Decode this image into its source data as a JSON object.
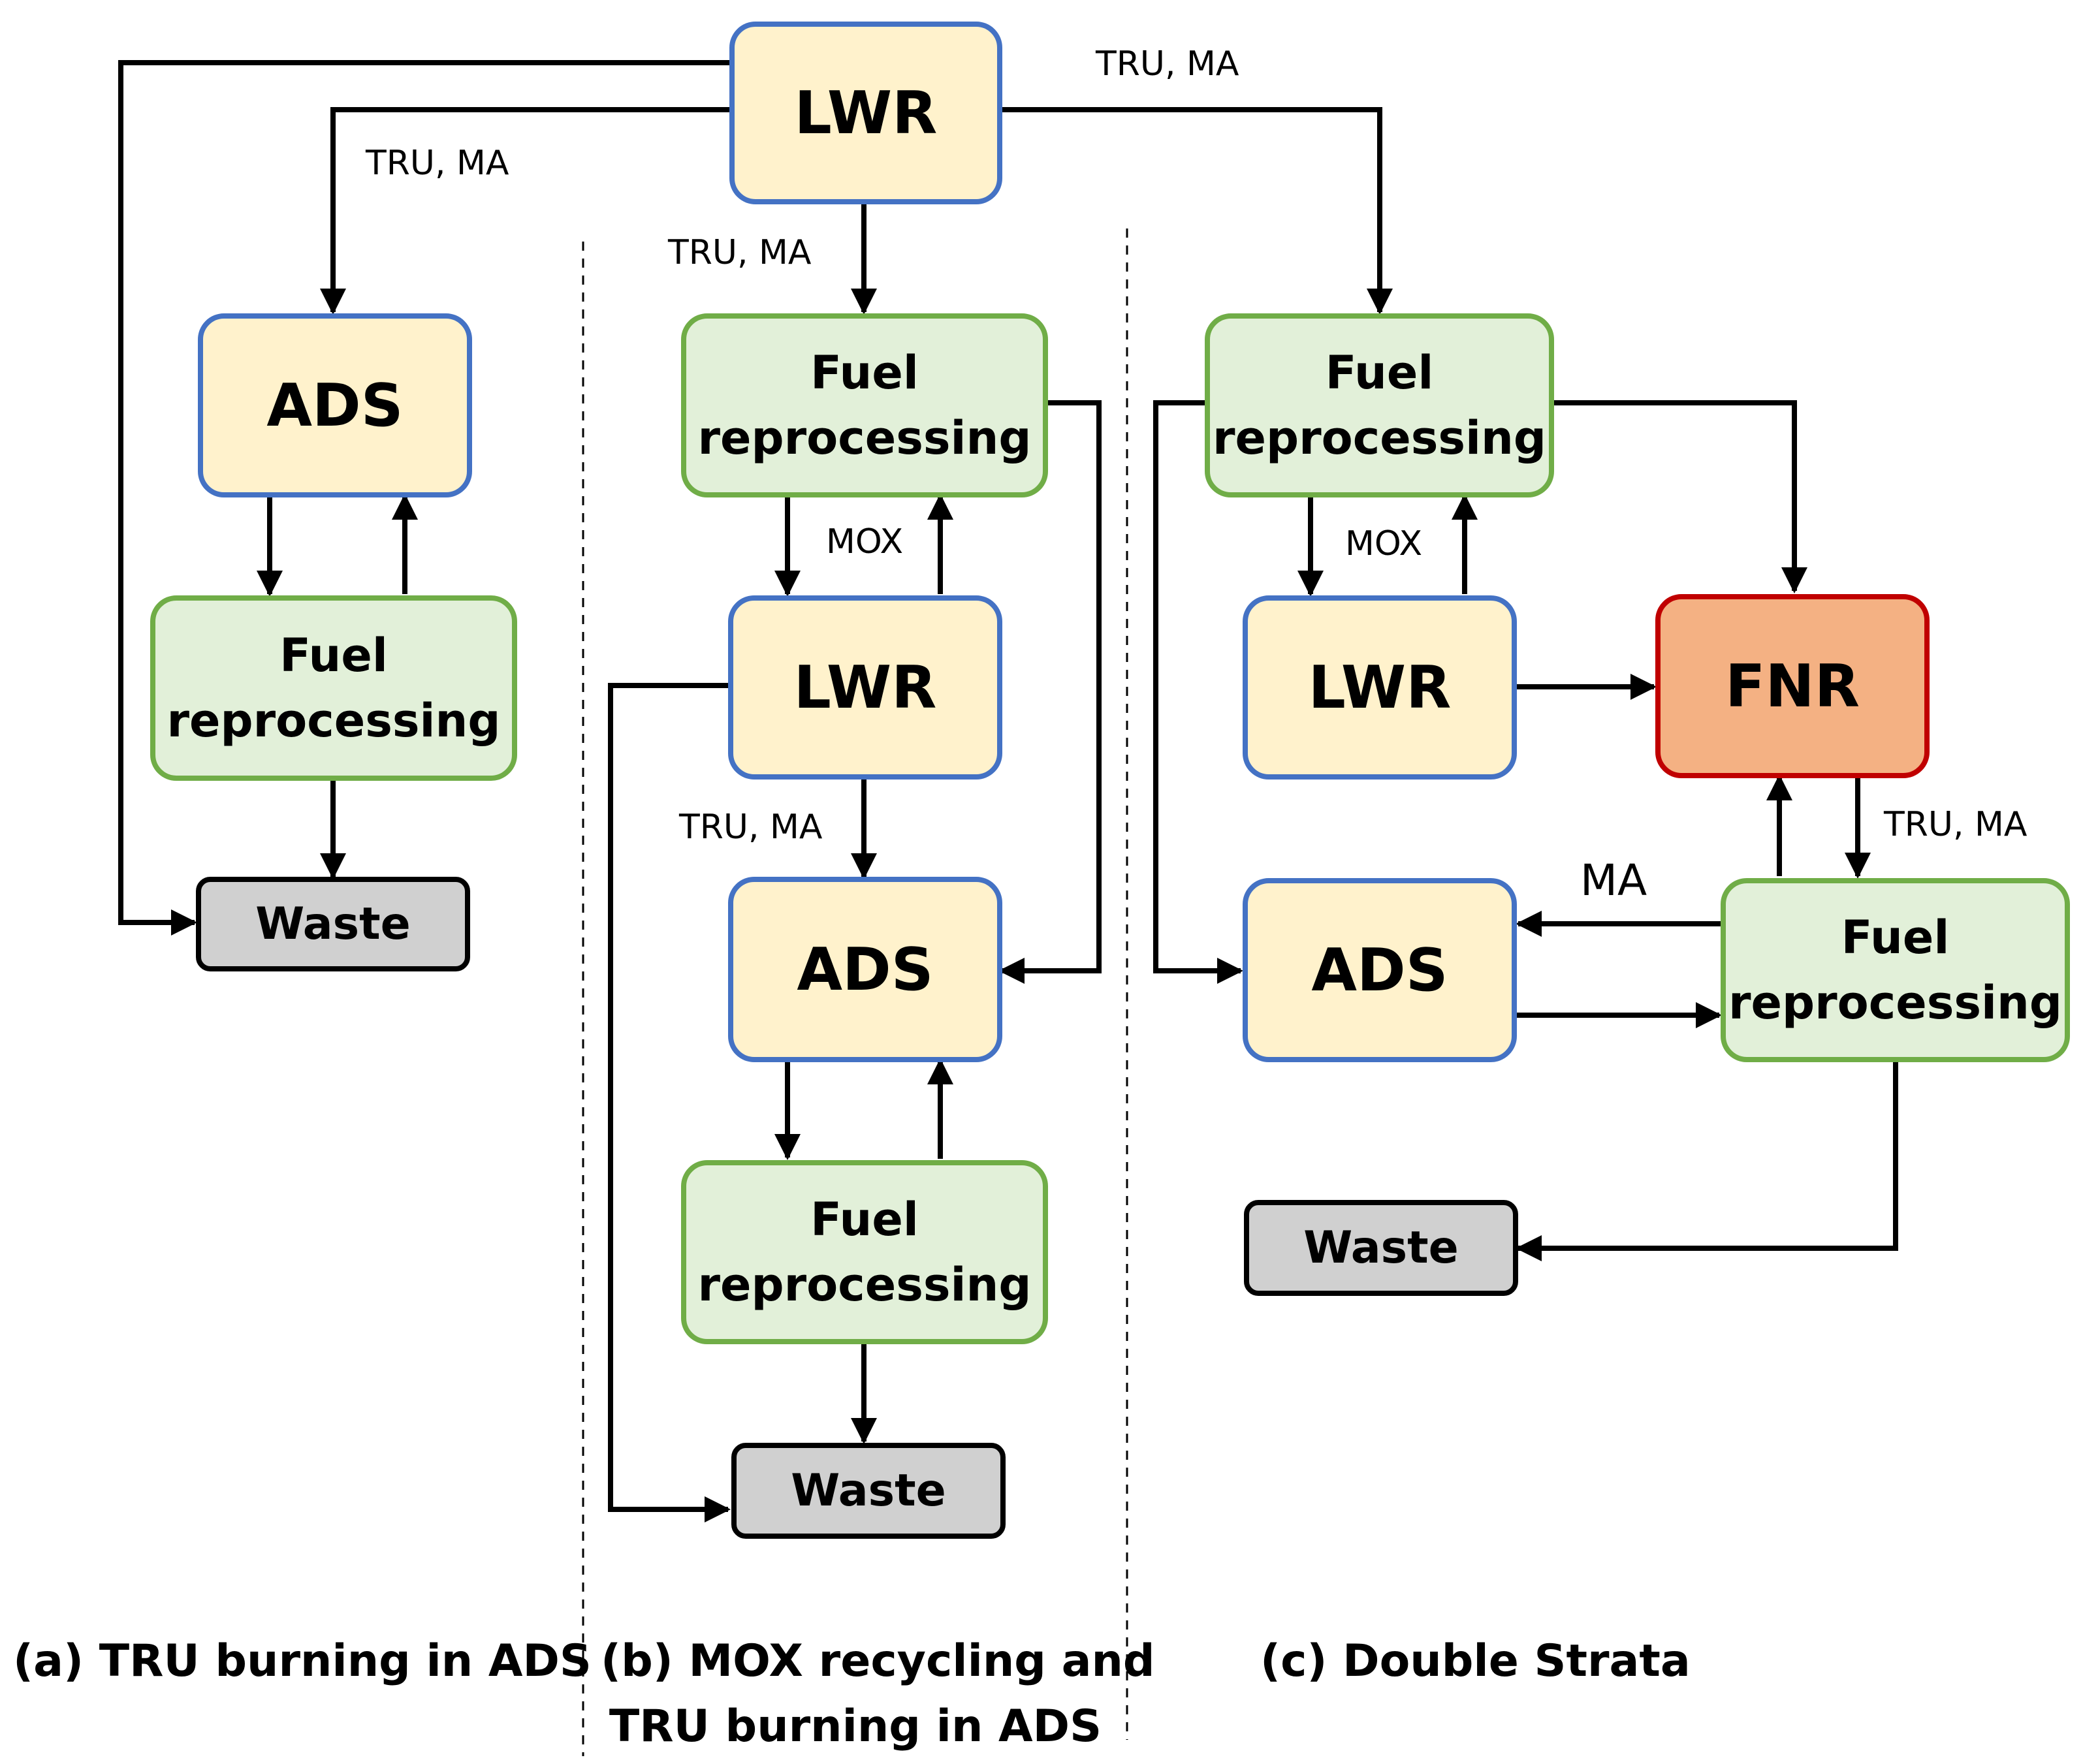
{
  "colors": {
    "reactor_fill": "#FFF2CC",
    "reactor_border": "#4472C4",
    "process_fill": "#E2F0D9",
    "process_border": "#70AD47",
    "waste_fill": "#D0D0D0",
    "fnr_fill": "#F4B183",
    "fnr_border": "#C00000"
  },
  "nodes": {
    "lwr_top": "LWR",
    "a_ads": "ADS",
    "a_fuel": "Fuel reprocessing",
    "a_waste": "Waste",
    "b_fuel1": "Fuel reprocessing",
    "b_lwr": "LWR",
    "b_ads": "ADS",
    "b_fuel2": "Fuel reprocessing",
    "b_waste": "Waste",
    "c_fuel1": "Fuel reprocessing",
    "c_lwr": "LWR",
    "c_fnr": "FNR",
    "c_ads": "ADS",
    "c_fuel2": "Fuel reprocessing",
    "c_waste": "Waste"
  },
  "flows": {
    "a_tru_ma": "TRU, MA",
    "b_tru_ma_top": "TRU, MA",
    "b_mox": "MOX",
    "b_tru_ma_lwr": "TRU, MA",
    "c_tru_ma_top": "TRU, MA",
    "c_mox": "MOX",
    "c_tru_ma_fnr": "TRU, MA",
    "c_ma": "MA"
  },
  "captions": {
    "a": "(a) TRU burning in ADS",
    "b_line1": "(b) MOX recycling and",
    "b_line2": "TRU burning in ADS",
    "c": "(c) Double Strata"
  }
}
